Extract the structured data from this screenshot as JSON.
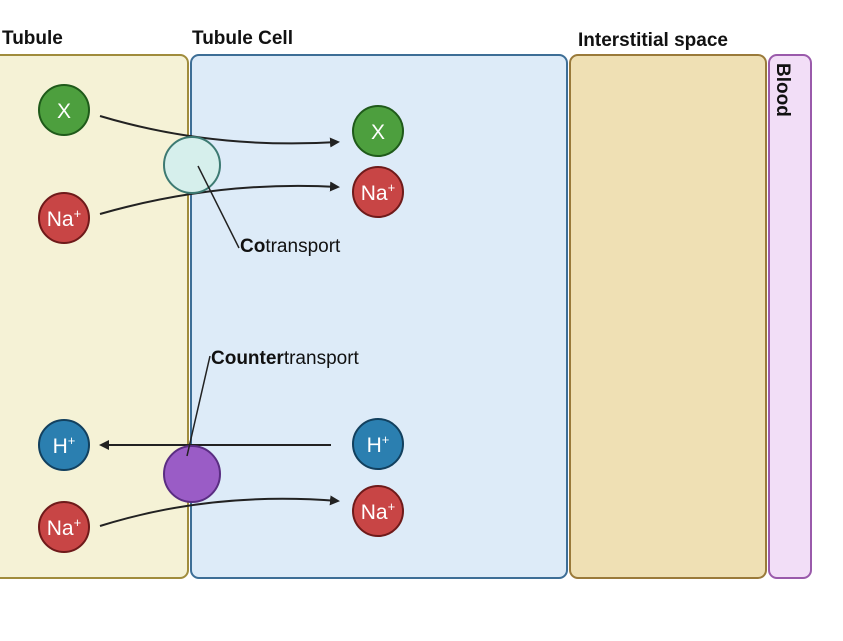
{
  "sections": {
    "tubule": "Tubule",
    "tubule_cell": "Tubule Cell",
    "interstitial": "Interstitial space",
    "blood": "Blood"
  },
  "ions": {
    "x_label": "X",
    "na_label": "Na",
    "na_charge": "+",
    "h_label": "H",
    "h_charge": "+"
  },
  "annotations": {
    "cotransport_bold": "Co",
    "cotransport_rest": "transport",
    "countertransport_bold": "Counter",
    "countertransport_rest": "transport"
  },
  "colors": {
    "tubule_fill": "#f5f2d6",
    "tubule_border": "#a08c3c",
    "cell_fill": "#ddebf8",
    "cell_border": "#3d6e96",
    "interstitial_fill": "#efe0b4",
    "interstitial_border": "#9a7a3a",
    "blood_fill": "#f2def7",
    "blood_border": "#9a5aab",
    "x_ion": "#4d9f3e",
    "na_ion": "#c84545",
    "h_ion": "#2b7fb0",
    "cotransporter": "#d6efec",
    "countertransporter": "#9a5cc6"
  }
}
